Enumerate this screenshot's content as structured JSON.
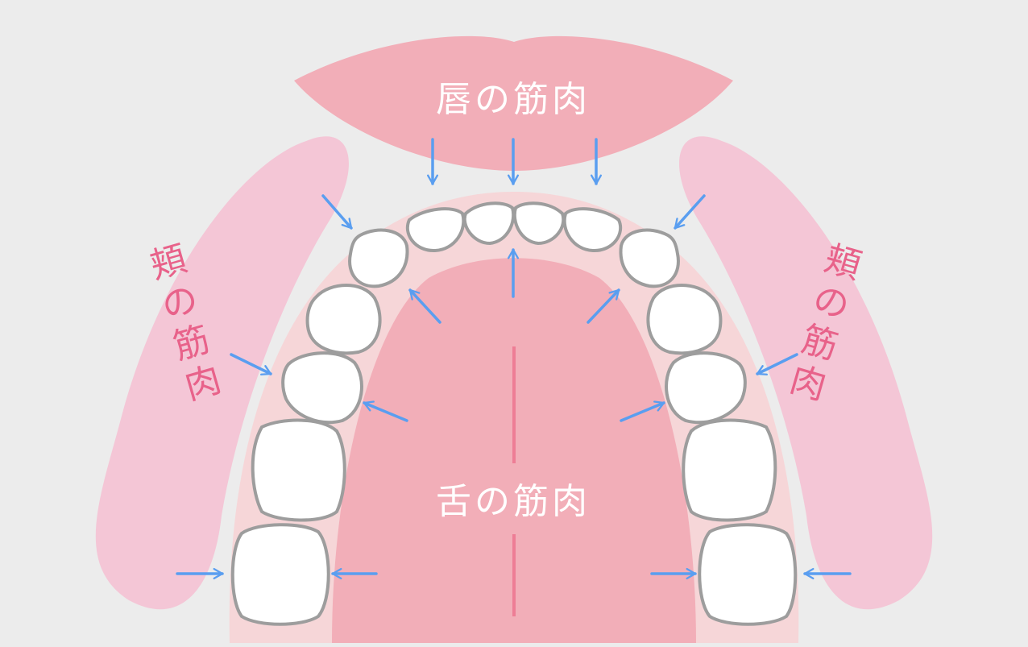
{
  "labels": {
    "lip_muscle": "唇の筋肉",
    "tongue_muscle": "舌の筋肉",
    "cheek_muscle_left": "頬の筋肉",
    "cheek_muscle_right": "頬の筋肉"
  },
  "colors": {
    "background": "#ececec",
    "lip": "#f2aeb8",
    "cheek": "#f4c6d6",
    "gum": "#f6d6d8",
    "tongue": "#f2aeb8",
    "tooth_fill": "#ffffff",
    "tooth_stroke": "#9d9d9d",
    "arrow": "#5a9ef0",
    "lip_text": "#ffffff",
    "tongue_text": "#ffffff",
    "cheek_text": "#e8628a",
    "midline": "#ee7d95"
  }
}
